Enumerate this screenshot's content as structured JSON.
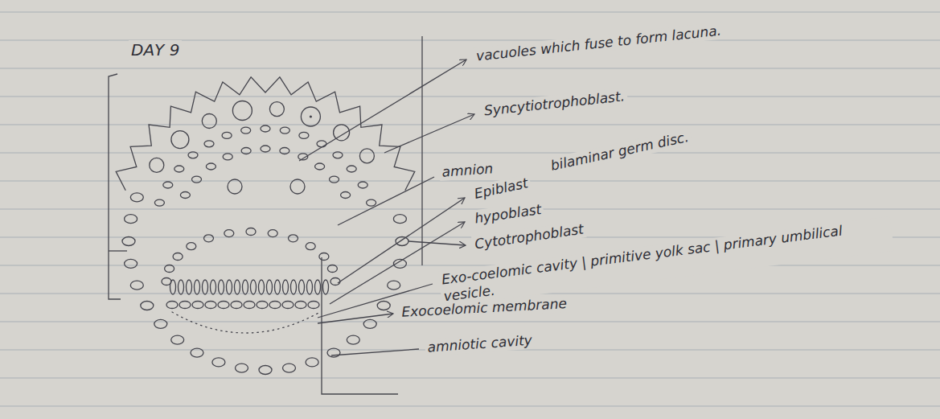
{
  "diagram": {
    "title": "DAY 9",
    "labels": [
      "vacuoles which fuse to form lacuna.",
      "Syncytiotrophoblast.",
      "amnion",
      "Epiblast",
      "bilaminar germ disc.",
      "hypoblast",
      "Cytotrophoblast",
      "Exo-coelomic cavity | primitive yolk sac | primary umbilical vesicle.",
      "Exocoelomic membrane",
      "amniotic cavity"
    ]
  }
}
